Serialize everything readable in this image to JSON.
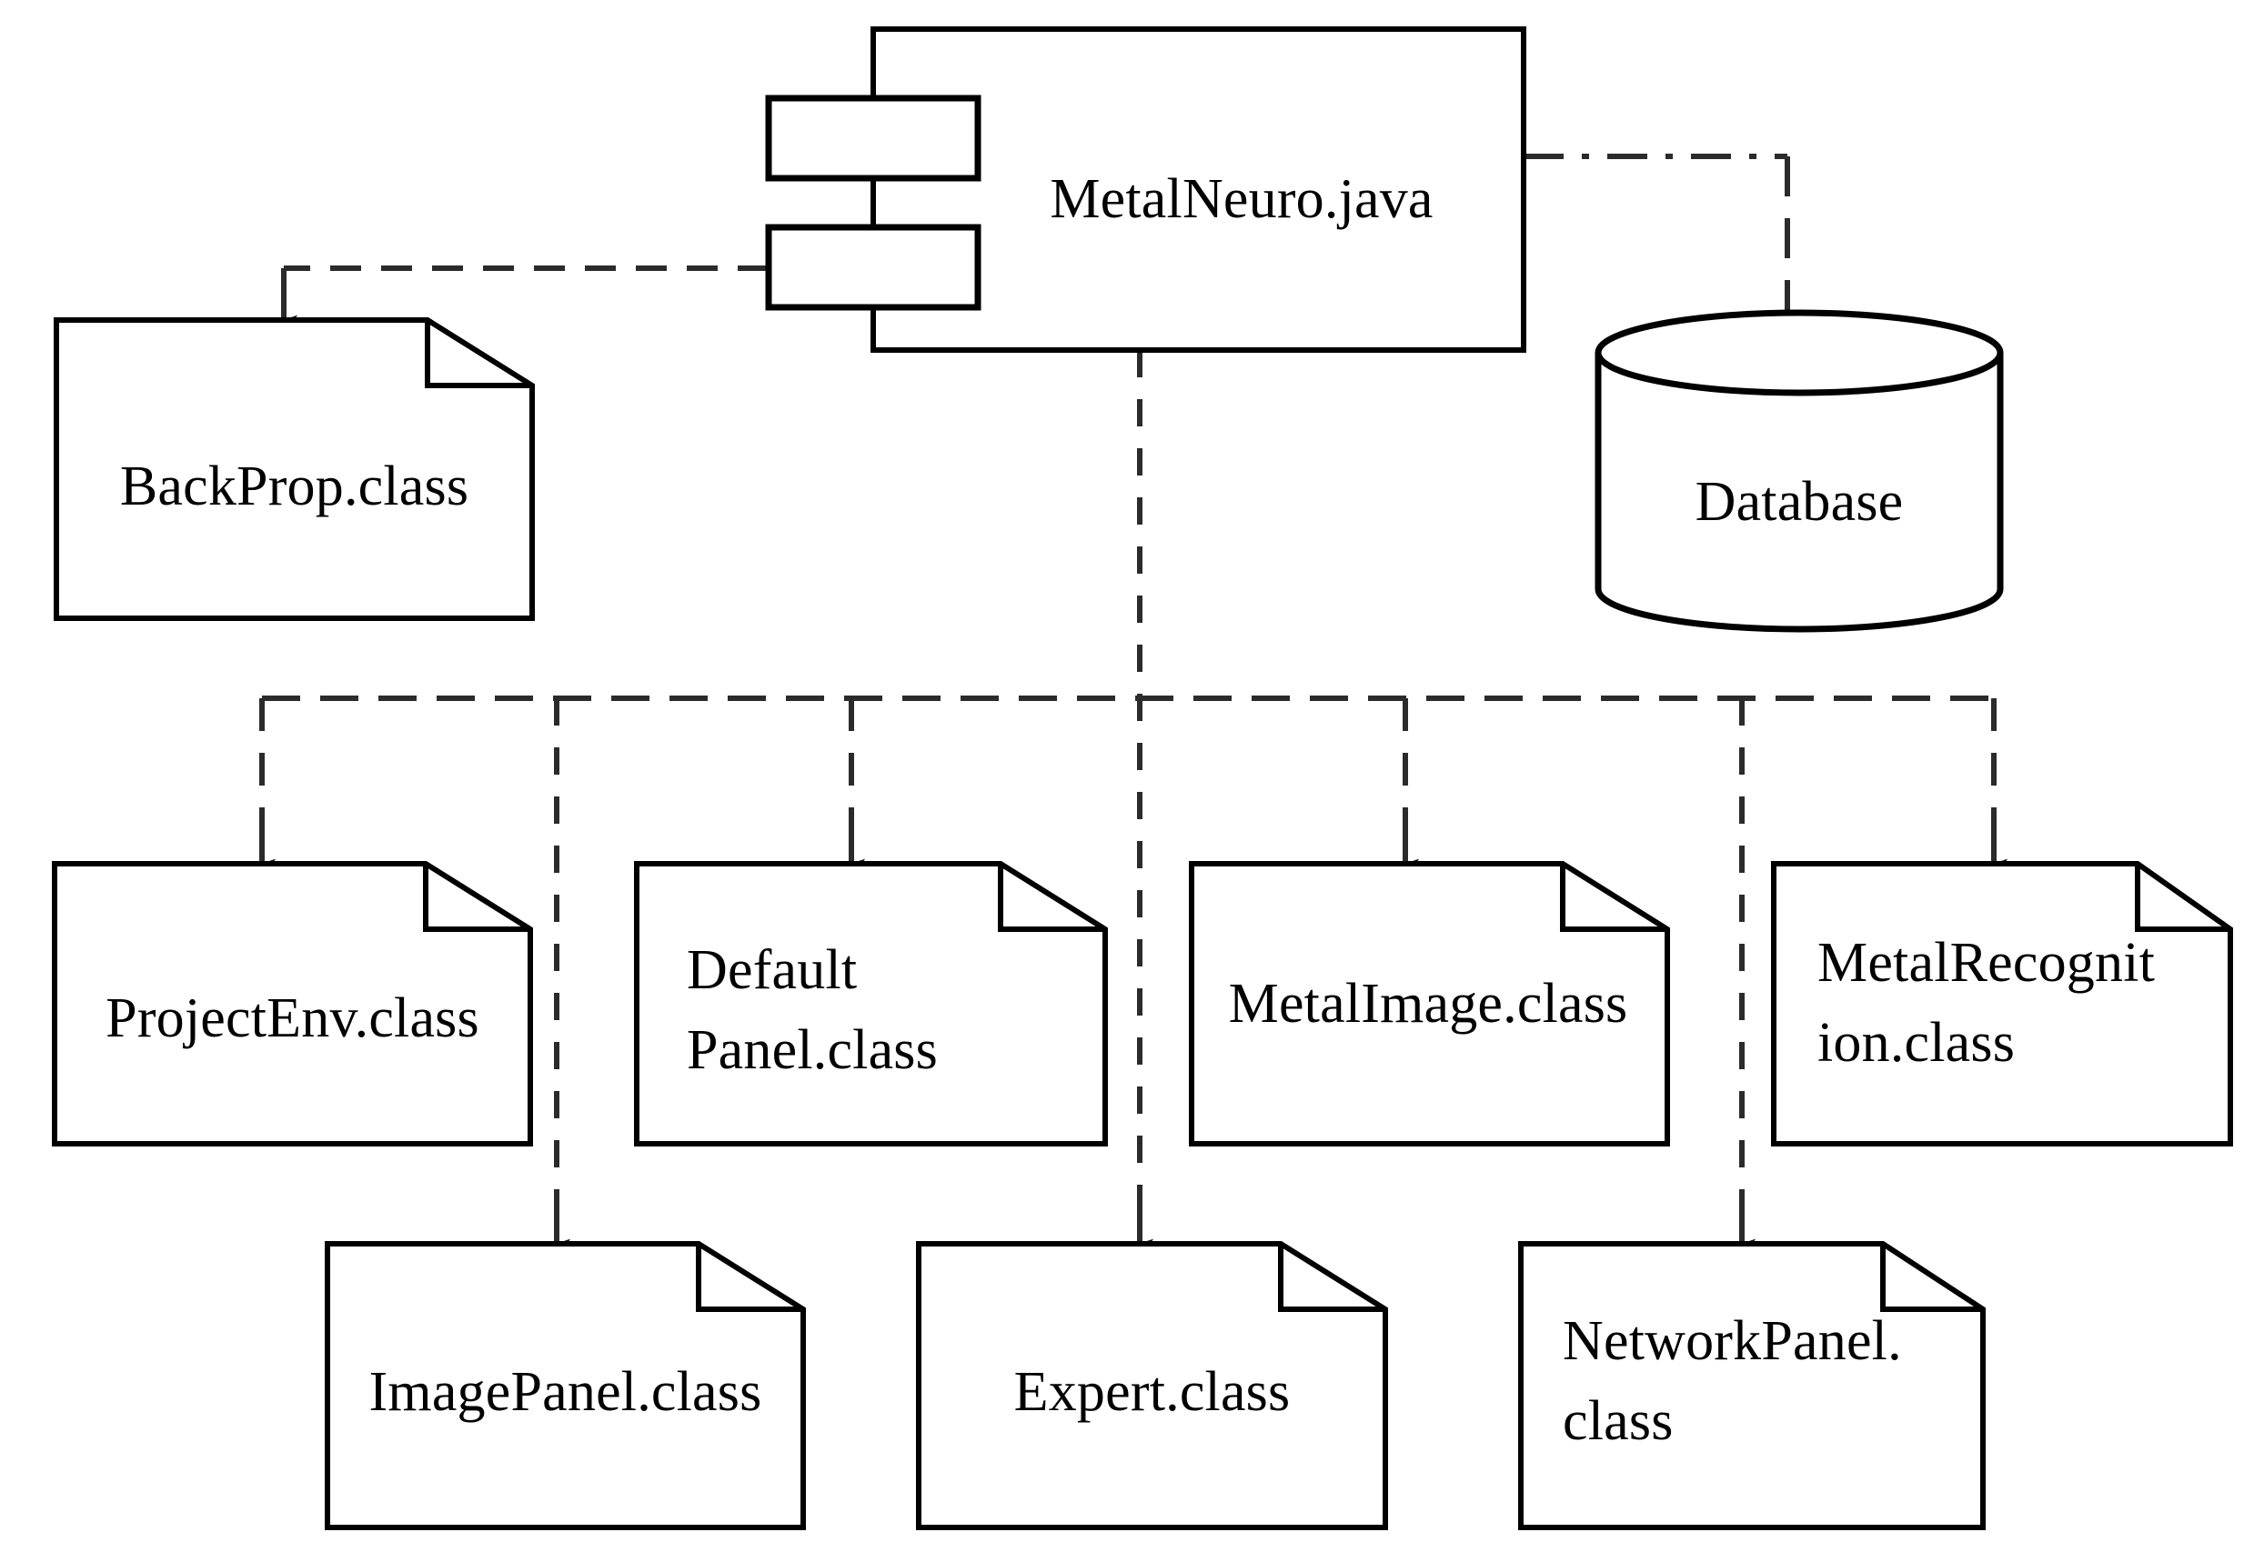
{
  "diagram": {
    "title": "MetalNeuro component deployment diagram",
    "kind": "uml-component-diagram",
    "background_color": "#ffffff",
    "stroke_color": "#000000",
    "connector_style": "dashed-with-solid-arrowhead"
  },
  "component": {
    "name": "metalneuro-component",
    "label": "MetalNeuro.java",
    "shape": "uml-component",
    "tabs": 2
  },
  "database": {
    "name": "database-store",
    "label": "Database",
    "shape": "cylinder"
  },
  "artifacts": [
    {
      "id": "backprop",
      "label": "BackProp.class",
      "lines": [
        "BackProp.class"
      ],
      "align": "center",
      "shape": "artifact"
    },
    {
      "id": "projectenv",
      "label": "ProjectEnv.class",
      "lines": [
        "ProjectEnv.class"
      ],
      "align": "center",
      "shape": "artifact"
    },
    {
      "id": "defaultpanel",
      "label": "DefaultPanel.class",
      "lines": [
        "Default",
        "Panel.class"
      ],
      "align": "left",
      "shape": "artifact"
    },
    {
      "id": "metalimage",
      "label": "MetalImage.class",
      "lines": [
        "MetalImage.class"
      ],
      "align": "center",
      "shape": "artifact"
    },
    {
      "id": "metalrecognition",
      "label": "MetalRecognition.class",
      "lines": [
        "MetalRecognit",
        "ion.class"
      ],
      "align": "left",
      "shape": "artifact"
    },
    {
      "id": "imagepanel",
      "label": "ImagePanel.class",
      "lines": [
        "ImagePanel.class"
      ],
      "align": "center",
      "shape": "artifact"
    },
    {
      "id": "expert",
      "label": "Expert.class",
      "lines": [
        "Expert.class"
      ],
      "align": "center",
      "shape": "artifact"
    },
    {
      "id": "networkpanel",
      "label": "NetworkPanel.class",
      "lines": [
        "NetworkPanel.",
        "class"
      ],
      "align": "left",
      "shape": "artifact"
    }
  ],
  "connections": [
    {
      "from": "MetalNeuro.java",
      "to": "BackProp.class",
      "style": "dashed"
    },
    {
      "from": "MetalNeuro.java",
      "to": "Database",
      "style": "dash-dot"
    },
    {
      "from": "MetalNeuro.java",
      "to": "ProjectEnv.class",
      "style": "dashed"
    },
    {
      "from": "MetalNeuro.java",
      "to": "DefaultPanel.class",
      "style": "dashed"
    },
    {
      "from": "MetalNeuro.java",
      "to": "MetalImage.class",
      "style": "dashed"
    },
    {
      "from": "MetalNeuro.java",
      "to": "MetalRecognition.class",
      "style": "dashed"
    },
    {
      "from": "MetalNeuro.java",
      "to": "ImagePanel.class",
      "style": "dashed"
    },
    {
      "from": "MetalNeuro.java",
      "to": "Expert.class",
      "style": "dash-dot"
    },
    {
      "from": "MetalNeuro.java",
      "to": "NetworkPanel.class",
      "style": "dash-dot"
    }
  ]
}
